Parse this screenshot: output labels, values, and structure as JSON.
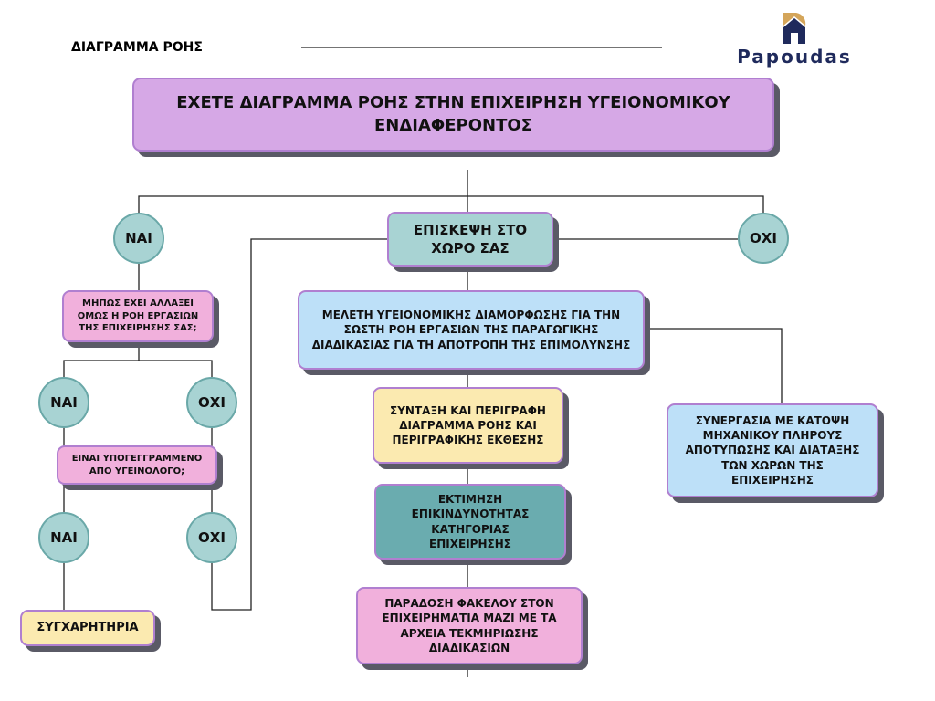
{
  "header": {
    "title": "ΔΙΑΓΡΑΜΜΑ ΡΟΗΣ",
    "logo_text": "Papoudas"
  },
  "colors": {
    "purple": "#d6a8e6",
    "pink": "#f1b0dc",
    "teal": "#a8d3d3",
    "blue": "#bde0f8",
    "yellow": "#fbeab0",
    "dark_teal": "#6aacaf",
    "logo_navy": "#1f2a5c",
    "logo_gold": "#d4a55a"
  },
  "nodes": {
    "question_main": "ΕΧΕΤΕ ΔΙΑΓΡΑΜΜΑ ΡΟΗΣ ΣΤΗΝ ΕΠΙΧΕΙΡΗΣΗ ΥΓΕΙΟΝΟΜΙΚΟΥ ΕΝΔΙΑΦΕΡΟΝΤΟΣ",
    "yes1": "ΝΑΙ",
    "no1": "ΟΧΙ",
    "visit": "ΕΠΙΣΚΕΨΗ ΣΤΟ ΧΩΡΟ ΣΑΣ",
    "question_changed": "ΜΗΠΩΣ ΕΧΕΙ ΑΛΛΑΞΕΙ ΟΜΩΣ Η ΡΟΗ ΕΡΓΑΣΙΩΝ ΤΗΣ ΕΠΙΧΕΙΡΗΣΗΣ ΣΑΣ;",
    "yes2": "ΝΑΙ",
    "no2": "ΟΧΙ",
    "question_signed": "ΕΙΝΑΙ ΥΠΟΓΕΓΓΡΑΜΜΕΝΟ ΑΠΟ ΥΓΕΙΝΟΛΟΓΟ;",
    "yes3": "ΝΑΙ",
    "no3": "ΟΧΙ",
    "congrats": "ΣΥΓΧΑΡΗΤΗΡΙΑ",
    "study": "ΜΕΛΕΤΗ  ΥΓΕΙΟΝΟΜΙΚΗΣ ΔΙΑΜΟΡΦΩΣΗΣ ΓΙΑ ΤΗΝ ΣΩΣΤΗ ΡΟΗ ΕΡΓΑΣΙΩΝ ΤΗΣ ΠΑΡΑΓΩΓΙΚΗΣ ΔΙΑΔΙΚΑΣΙΑΣ ΓΙΑ ΤΗ ΑΠΟΤΡΟΠΗ ΤΗΣ ΕΠΙΜΟΛΥΝΣΗΣ",
    "compose": "ΣΥΝΤΑΞΗ ΚΑΙ ΠΕΡΙΓΡΑΦΗ ΔΙΑΓΡΑΜΜΑ ΡΟΗΣ ΚΑΙ ΠΕΡΙΓΡΑΦΙΚΗΣ ΕΚΘΕΣΗΣ",
    "risk": "ΕΚΤΙΜΗΣΗ ΕΠΙΚΙΝΔΥΝΟΤΗΤΑΣ ΚΑΤΗΓΟΡΙΑΣ ΕΠΙΧΕΙΡΗΣΗΣ",
    "delivery": "ΠΑΡΑΔΟΣΗ ΦΑΚΕΛΟΥ ΣΤΟΝ ΕΠΙΧΕΙΡΗΜΑΤΙΑ ΜΑΖΙ ΜΕ ΤΑ ΑΡΧΕΙΑ ΤΕΚΜΗΡΙΩΣΗΣ ΔΙΑΔΙΚΑΣΙΩΝ",
    "engineer": "ΣΥΝΕΡΓΑΣΙΑ ΜΕ ΚΑΤΟΨΗ ΜΗΧΑΝΙΚΟΥ ΠΛΗΡΟΥΣ ΑΠΟΤΥΠΩΣΗΣ ΚΑΙ ΔΙΑΤΑΞΗΣ ΤΩΝ ΧΩΡΩΝ ΤΗΣ ΕΠΙΧΕΙΡΗΣΗΣ"
  }
}
